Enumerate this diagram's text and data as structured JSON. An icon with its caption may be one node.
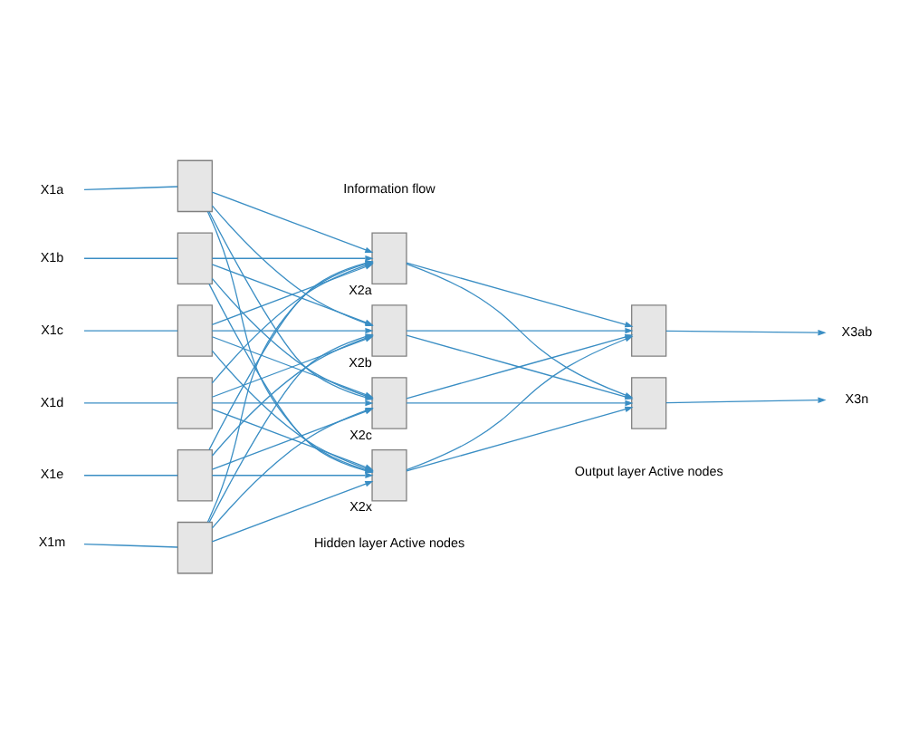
{
  "diagram": {
    "nodes": [
      {
        "text": [
          "X1a"
        ]
      },
      {
        "text": [
          "X1b"
        ]
      },
      {
        "text": [
          "X1c"
        ]
      },
      {
        "text": [
          "X1d"
        ]
      },
      {
        "text": [
          "X1e"
        ]
      },
      {
        "text": [
          "X1m"
        ]
      },
      {
        "text": [],
        "shape": "box"
      },
      {
        "text": [],
        "shape": "box"
      },
      {
        "text": [],
        "shape": "box"
      },
      {
        "text": [],
        "shape": "box"
      },
      {
        "text": [],
        "shape": "box"
      },
      {
        "text": [],
        "shape": "box"
      },
      {
        "text": [],
        "shape": "box",
        "beside": [
          "X2a"
        ]
      },
      {
        "text": [],
        "shape": "box",
        "beside": [
          "X2b"
        ]
      },
      {
        "text": [],
        "shape": "box",
        "beside": [
          "X2c"
        ]
      },
      {
        "text": [],
        "shape": "box",
        "beside": [
          "X2x"
        ]
      },
      {
        "text": [],
        "shape": "box"
      },
      {
        "text": [],
        "shape": "box"
      },
      {
        "text": [
          "X3ab"
        ]
      },
      {
        "text": [
          "X3n"
        ]
      }
    ],
    "edges": [
      {
        "from": 0,
        "to": 6,
        "arrow": "none"
      },
      {
        "from": 1,
        "to": 7,
        "arrow": "none"
      },
      {
        "from": 2,
        "to": 8,
        "arrow": "none"
      },
      {
        "from": 3,
        "to": 9,
        "arrow": "none"
      },
      {
        "from": 4,
        "to": 10,
        "arrow": "none"
      },
      {
        "from": 5,
        "to": 11,
        "arrow": "none"
      },
      {
        "from": 6,
        "to": 12,
        "arrow": "to"
      },
      {
        "from": 6,
        "to": 13,
        "arrow": "to"
      },
      {
        "from": 6,
        "to": 14,
        "arrow": "to"
      },
      {
        "from": 6,
        "to": 15,
        "arrow": "to"
      },
      {
        "from": 7,
        "to": 12,
        "arrow": "to"
      },
      {
        "from": 7,
        "to": 13,
        "arrow": "to"
      },
      {
        "from": 7,
        "to": 14,
        "arrow": "to"
      },
      {
        "from": 7,
        "to": 15,
        "arrow": "to"
      },
      {
        "from": 8,
        "to": 12,
        "arrow": "to"
      },
      {
        "from": 8,
        "to": 13,
        "arrow": "to"
      },
      {
        "from": 8,
        "to": 14,
        "arrow": "to"
      },
      {
        "from": 8,
        "to": 15,
        "arrow": "to"
      },
      {
        "from": 9,
        "to": 12,
        "arrow": "to"
      },
      {
        "from": 9,
        "to": 13,
        "arrow": "to"
      },
      {
        "from": 9,
        "to": 14,
        "arrow": "to"
      },
      {
        "from": 9,
        "to": 15,
        "arrow": "to"
      },
      {
        "from": 10,
        "to": 12,
        "arrow": "to"
      },
      {
        "from": 10,
        "to": 13,
        "arrow": "to"
      },
      {
        "from": 10,
        "to": 14,
        "arrow": "to"
      },
      {
        "from": 10,
        "to": 15,
        "arrow": "to"
      },
      {
        "from": 11,
        "to": 12,
        "arrow": "to"
      },
      {
        "from": 11,
        "to": 13,
        "arrow": "to"
      },
      {
        "from": 11,
        "to": 14,
        "arrow": "to"
      },
      {
        "from": 11,
        "to": 15,
        "arrow": "to"
      },
      {
        "from": 12,
        "to": 16,
        "arrow": "to"
      },
      {
        "from": 12,
        "to": 17,
        "arrow": "to"
      },
      {
        "from": 13,
        "to": 16,
        "arrow": "to"
      },
      {
        "from": 13,
        "to": 17,
        "arrow": "to"
      },
      {
        "from": 14,
        "to": 16,
        "arrow": "to"
      },
      {
        "from": 14,
        "to": 17,
        "arrow": "to"
      },
      {
        "from": 15,
        "to": 16,
        "arrow": "to"
      },
      {
        "from": 15,
        "to": 17,
        "arrow": "to"
      },
      {
        "from": 16,
        "to": 18,
        "arrow": "to"
      },
      {
        "from": 17,
        "to": 19,
        "arrow": "to"
      }
    ],
    "labels": [
      "Information flow",
      "Hidden layer Active nodes",
      "Output layer Active nodes"
    ]
  }
}
